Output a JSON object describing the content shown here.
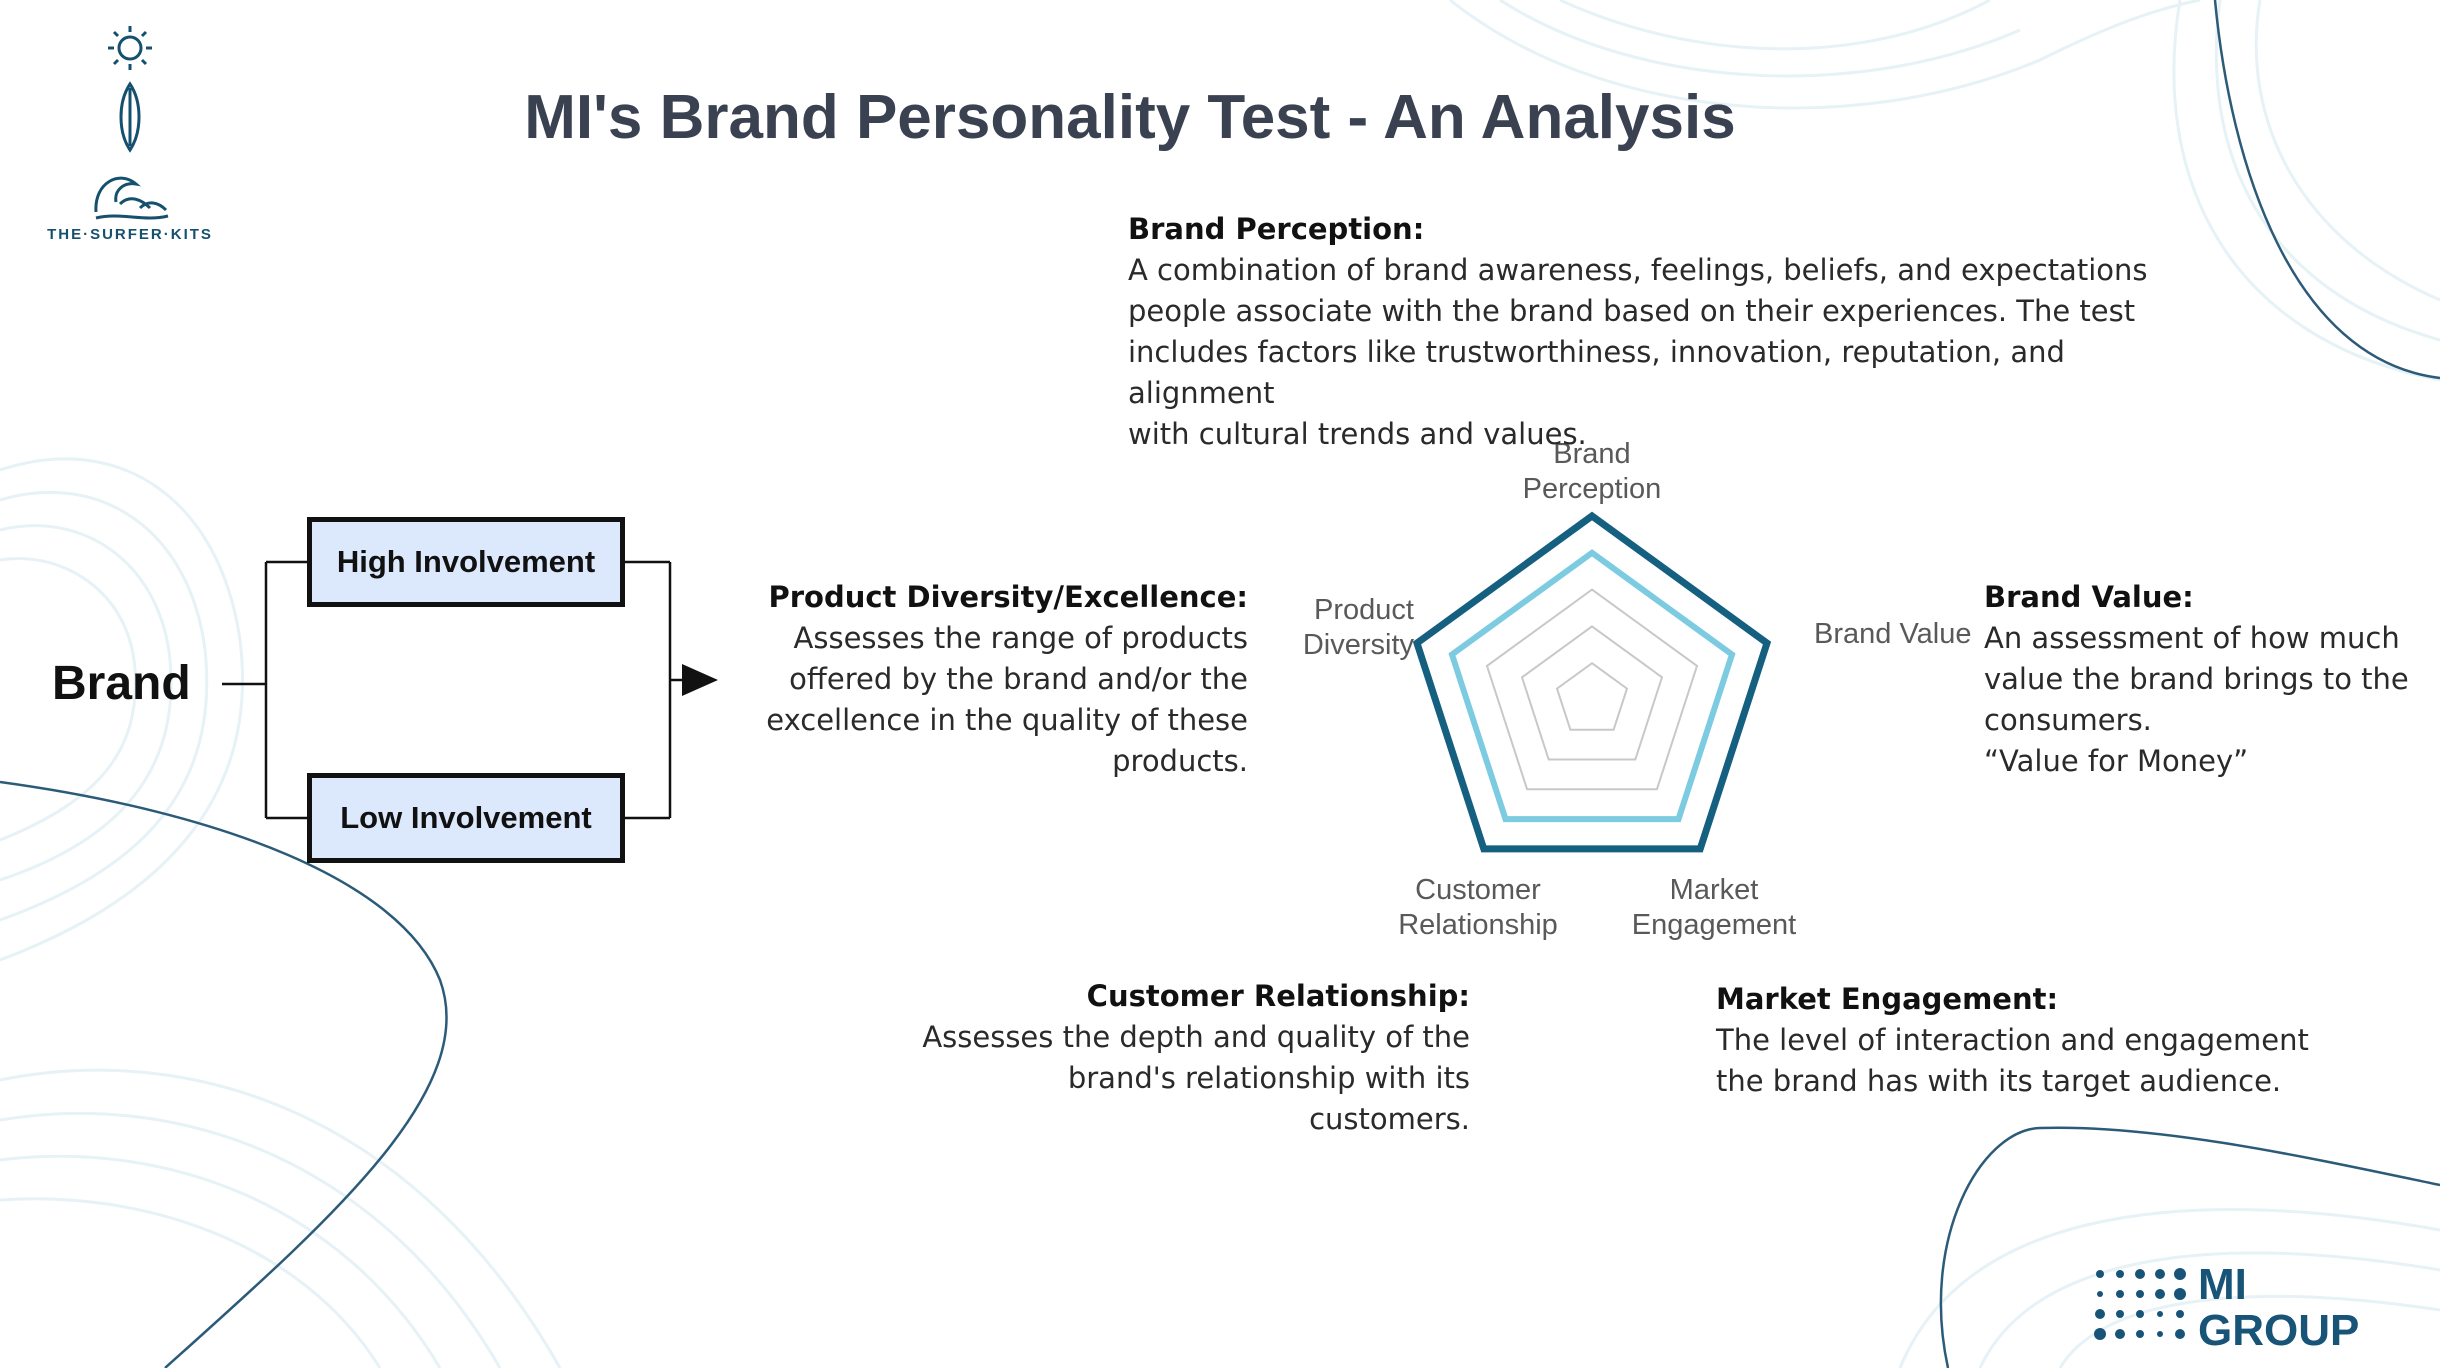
{
  "title": "MI's Brand Personality Test - An Analysis",
  "logo": {
    "icon": "surfer-kits-logo",
    "text": "THE·SURFER·KITS"
  },
  "brand_diagram": {
    "root": "Brand",
    "branches": [
      "High Involvement",
      "Low Involvement"
    ]
  },
  "descriptions": {
    "brand_perception": {
      "heading": "Brand Perception:",
      "lines": [
        "A combination of brand awareness, feelings, beliefs, and expectations",
        "people associate with the brand based on their experiences. The test",
        "includes factors like trustworthiness, innovation, reputation, and alignment",
        "with cultural trends and values."
      ]
    },
    "product_diversity": {
      "heading": "Product Diversity/Excellence:",
      "lines": [
        "Assesses the range of products",
        "offered by the brand and/or the",
        "excellence in the quality of these",
        "products."
      ]
    },
    "brand_value": {
      "heading": "Brand Value:",
      "lines": [
        "An assessment of how much",
        "value the brand brings to the",
        "consumers.",
        "“Value for Money”"
      ]
    },
    "customer_relationship": {
      "heading": "Customer Relationship:",
      "lines": [
        "Assesses the depth and quality of the",
        "brand's relationship with its",
        "customers."
      ]
    },
    "market_engagement": {
      "heading": "Market Engagement:",
      "lines": [
        "The level of interaction and engagement",
        "the brand has with its target audience."
      ]
    }
  },
  "chart_data": {
    "type": "radar",
    "axes": [
      [
        "Brand",
        "Perception"
      ],
      [
        "Brand Value"
      ],
      [
        "Market",
        "Engagement"
      ],
      [
        "Customer",
        "Relationship"
      ],
      [
        "Product",
        "Diversity"
      ]
    ],
    "grid_levels": [
      0.2,
      0.4,
      0.6
    ],
    "series": [
      {
        "values": [
          1,
          1,
          1,
          1,
          1
        ],
        "color": "#155f80"
      },
      {
        "values": [
          0.8,
          0.8,
          0.8,
          0.8,
          0.8
        ],
        "color": "#7ccbe0"
      }
    ]
  },
  "footer_logo": {
    "icon": "mi-group-dots-icon",
    "line1": "MI",
    "line2": "GROUP"
  },
  "colors": {
    "accent_dark": "#155f80",
    "accent_light": "#7ccbe0",
    "box_fill": "#dce8fb",
    "title": "#3a4150"
  }
}
